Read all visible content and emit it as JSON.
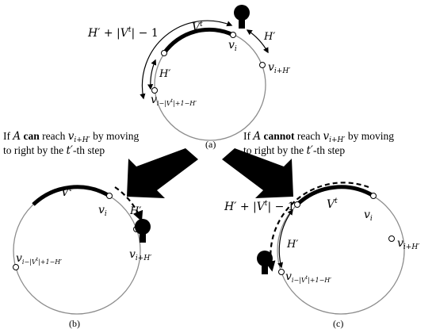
{
  "panels": {
    "a": {
      "caption": "(a)",
      "v_t": "V",
      "v_t_sup": "t",
      "vi": "v",
      "vi_sub": "i",
      "v_right": "v",
      "v_right_sub": "i+H′",
      "v_left": "v",
      "v_left_sub": "i−|V",
      "v_left_sub_sup": "t",
      "v_left_sub_end": "|+1−H′",
      "h_right": "H′",
      "h_left": "H′",
      "top_label": "H′ + |V",
      "top_label_sup": "t",
      "top_label_end": "| − 1"
    },
    "b": {
      "caption": "(b)",
      "v_t": "V",
      "v_t_sup": "t",
      "vi": "v",
      "vi_sub": "i",
      "h": "H′",
      "v_right": "v",
      "v_right_sub": "i+H′",
      "v_left": "v",
      "v_left_sub": "i−|V",
      "v_left_sub_sup": "t",
      "v_left_sub_end": "|+1−H′"
    },
    "c": {
      "caption": "(c)",
      "v_t": "V",
      "v_t_sup": "t",
      "vi": "v",
      "vi_sub": "i",
      "h": "H′",
      "v_right": "v",
      "v_right_sub": "i+H′",
      "v_left": "v",
      "v_left_sub": "i−|V",
      "v_left_sub_sup": "t",
      "v_left_sub_end": "|+1−H′",
      "top_label": "H′ + |V",
      "top_label_sup": "t",
      "top_label_end": "| − 1"
    }
  },
  "conditions": {
    "left": {
      "line1_a": "If ",
      "line1_A": "A",
      "line1_bold": " can",
      "line1_b": " reach ",
      "line1_v": "v",
      "line1_vsub": "i+H′",
      "line1_c": " by moving",
      "line2_a": "to right by the ",
      "line2_t": "t′",
      "line2_b": "-th step"
    },
    "right": {
      "line1_a": "If ",
      "line1_A": "A",
      "line1_bold": " cannot",
      "line1_b": " reach ",
      "line1_v": "v",
      "line1_vsub": "i+H′",
      "line1_c": " by moving",
      "line2_a": "to right by the ",
      "line2_t": "t′",
      "line2_b": "-th step"
    }
  },
  "colors": {
    "ink": "#000000",
    "circle": "#8c8c8c",
    "node_fill": "#ffffff"
  }
}
